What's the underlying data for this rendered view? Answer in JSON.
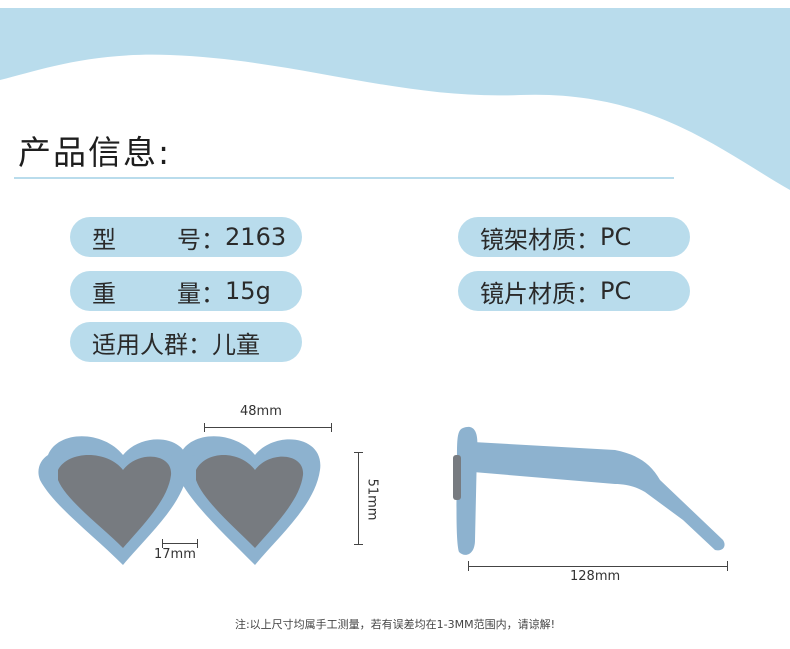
{
  "colors": {
    "accent": "#b9dcec",
    "frame": "#8db2cf",
    "lens": "#777b80"
  },
  "section_title": "产品信息:",
  "specs": {
    "model": {
      "label": "型        号：",
      "value": "2163"
    },
    "weight": {
      "label": "重        量：",
      "value": "15g"
    },
    "audience": {
      "label": "适用人群：",
      "value": "儿童"
    },
    "frame_material": {
      "label": "镜架材质：",
      "value": "PC"
    },
    "lens_material": {
      "label": "镜片材质：",
      "value": "PC"
    }
  },
  "dimensions": {
    "lens_width": "48mm",
    "lens_height": "51mm",
    "bridge": "17mm",
    "temple_length": "128mm"
  },
  "note": "注:以上尺寸均属手工测量，若有误差均在1-3MM范围内，请谅解!"
}
